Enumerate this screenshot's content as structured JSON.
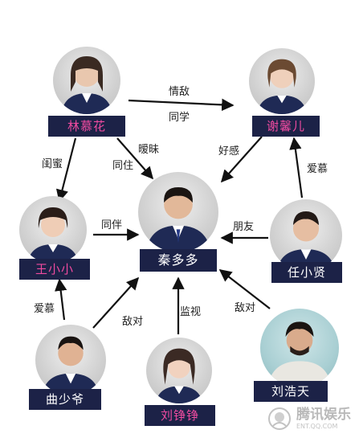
{
  "nodes": {
    "lin_muhua": {
      "name": "林慕花",
      "gender": "female"
    },
    "xie_xiner": {
      "name": "谢馨儿",
      "gender": "female"
    },
    "wang_xiaoxiao": {
      "name": "王小小",
      "gender": "female"
    },
    "qin_duoduo": {
      "name": "秦多多",
      "gender": "male"
    },
    "ren_xiaoxian": {
      "name": "任小贤",
      "gender": "male"
    },
    "qu_shaoye": {
      "name": "曲少爷",
      "gender": "male"
    },
    "liu_zhengzheng": {
      "name": "刘铮铮",
      "gender": "female"
    },
    "liu_haotian": {
      "name": "刘浩天",
      "gender": "male"
    }
  },
  "edges": [
    {
      "from": "lin_muhua",
      "to": "xie_xiner",
      "labels": [
        "情敌",
        "同学"
      ]
    },
    {
      "from": "lin_muhua",
      "to": "wang_xiaoxiao",
      "labels": [
        "闺蜜"
      ]
    },
    {
      "from": "lin_muhua",
      "to": "qin_duoduo",
      "labels": [
        "暧昧",
        "同住"
      ]
    },
    {
      "from": "xie_xiner",
      "to": "qin_duoduo",
      "labels": [
        "好感"
      ]
    },
    {
      "from": "ren_xiaoxian",
      "to": "xie_xiner",
      "labels": [
        "爱慕"
      ]
    },
    {
      "from": "wang_xiaoxiao",
      "to": "qin_duoduo",
      "labels": [
        "同伴"
      ]
    },
    {
      "from": "ren_xiaoxian",
      "to": "qin_duoduo",
      "labels": [
        "朋友"
      ]
    },
    {
      "from": "qu_shaoye",
      "to": "wang_xiaoxiao",
      "labels": [
        "爱慕"
      ]
    },
    {
      "from": "qu_shaoye",
      "to": "qin_duoduo",
      "labels": [
        "敌对"
      ]
    },
    {
      "from": "liu_zhengzheng",
      "to": "qin_duoduo",
      "labels": [
        "监视"
      ]
    },
    {
      "from": "liu_haotian",
      "to": "qin_duoduo",
      "labels": [
        "敌对"
      ]
    }
  ],
  "watermark": {
    "text": "腾讯娱乐",
    "subtext": "ENT.QQ.COM"
  },
  "colors": {
    "tag_bg": "#1c2247",
    "tag_male_text": "#ffffff",
    "tag_female_text": "#f04ba0",
    "arrow": "#111111"
  }
}
